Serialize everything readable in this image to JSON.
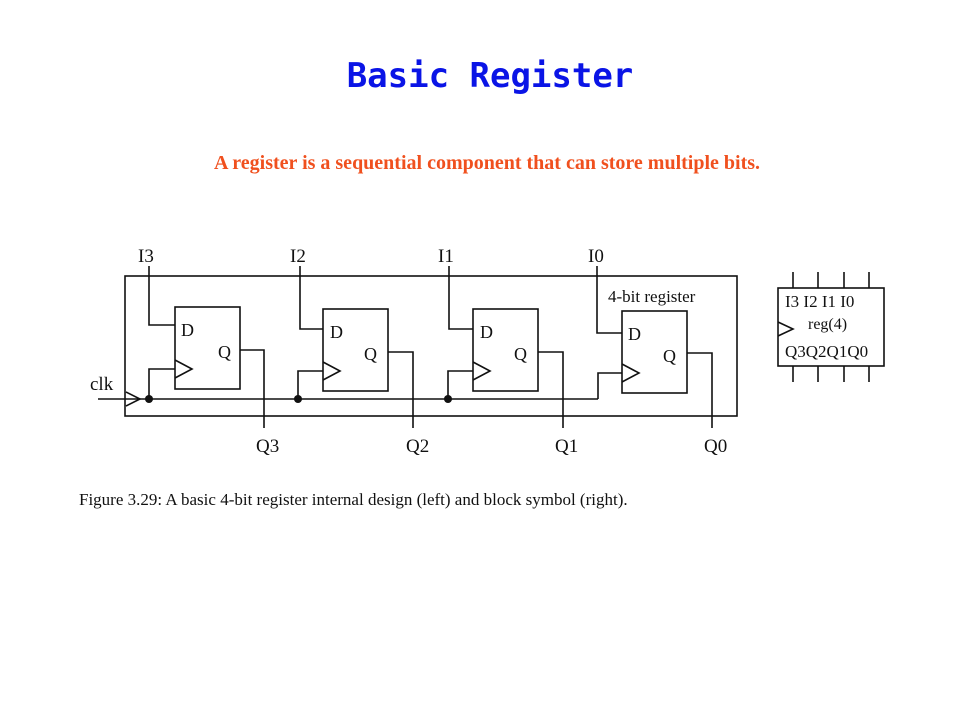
{
  "slide": {
    "title": "Basic Register",
    "subtitle": "A register is a sequential component that can store multiple bits."
  },
  "diagram": {
    "register_label": "4-bit register",
    "clock_label": "clk",
    "inputs": [
      "I3",
      "I2",
      "I1",
      "I0"
    ],
    "outputs": [
      "Q3",
      "Q2",
      "Q1",
      "Q0"
    ],
    "flipflop": {
      "d_label": "D",
      "q_label": "Q"
    },
    "block_symbol": {
      "inputs_label": "I3 I2 I1 I0",
      "name": "reg(4)",
      "outputs_label": "Q3Q2Q1Q0"
    }
  },
  "caption": "Figure 3.29: A basic 4-bit register internal design (left) and block symbol (right)."
}
